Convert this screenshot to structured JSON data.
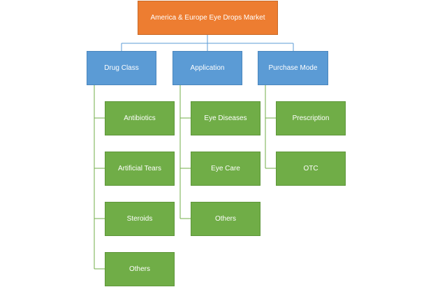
{
  "root": {
    "label": "America & Europe Eye Drops Market"
  },
  "categories": [
    {
      "label": "Drug Class",
      "items": [
        "Antibiotics",
        "Artificial Tears",
        "Steroids",
        "Others"
      ]
    },
    {
      "label": "Application",
      "items": [
        "Eye Diseases",
        "Eye Care",
        "Others"
      ]
    },
    {
      "label": "Purchase Mode",
      "items": [
        "Prescription",
        "OTC"
      ]
    }
  ],
  "colors": {
    "root": "#ed7d31",
    "category": "#5b9bd5",
    "leaf": "#70ad47",
    "connector": "#5b9bd5",
    "leaf_connector": "#70ad47"
  }
}
